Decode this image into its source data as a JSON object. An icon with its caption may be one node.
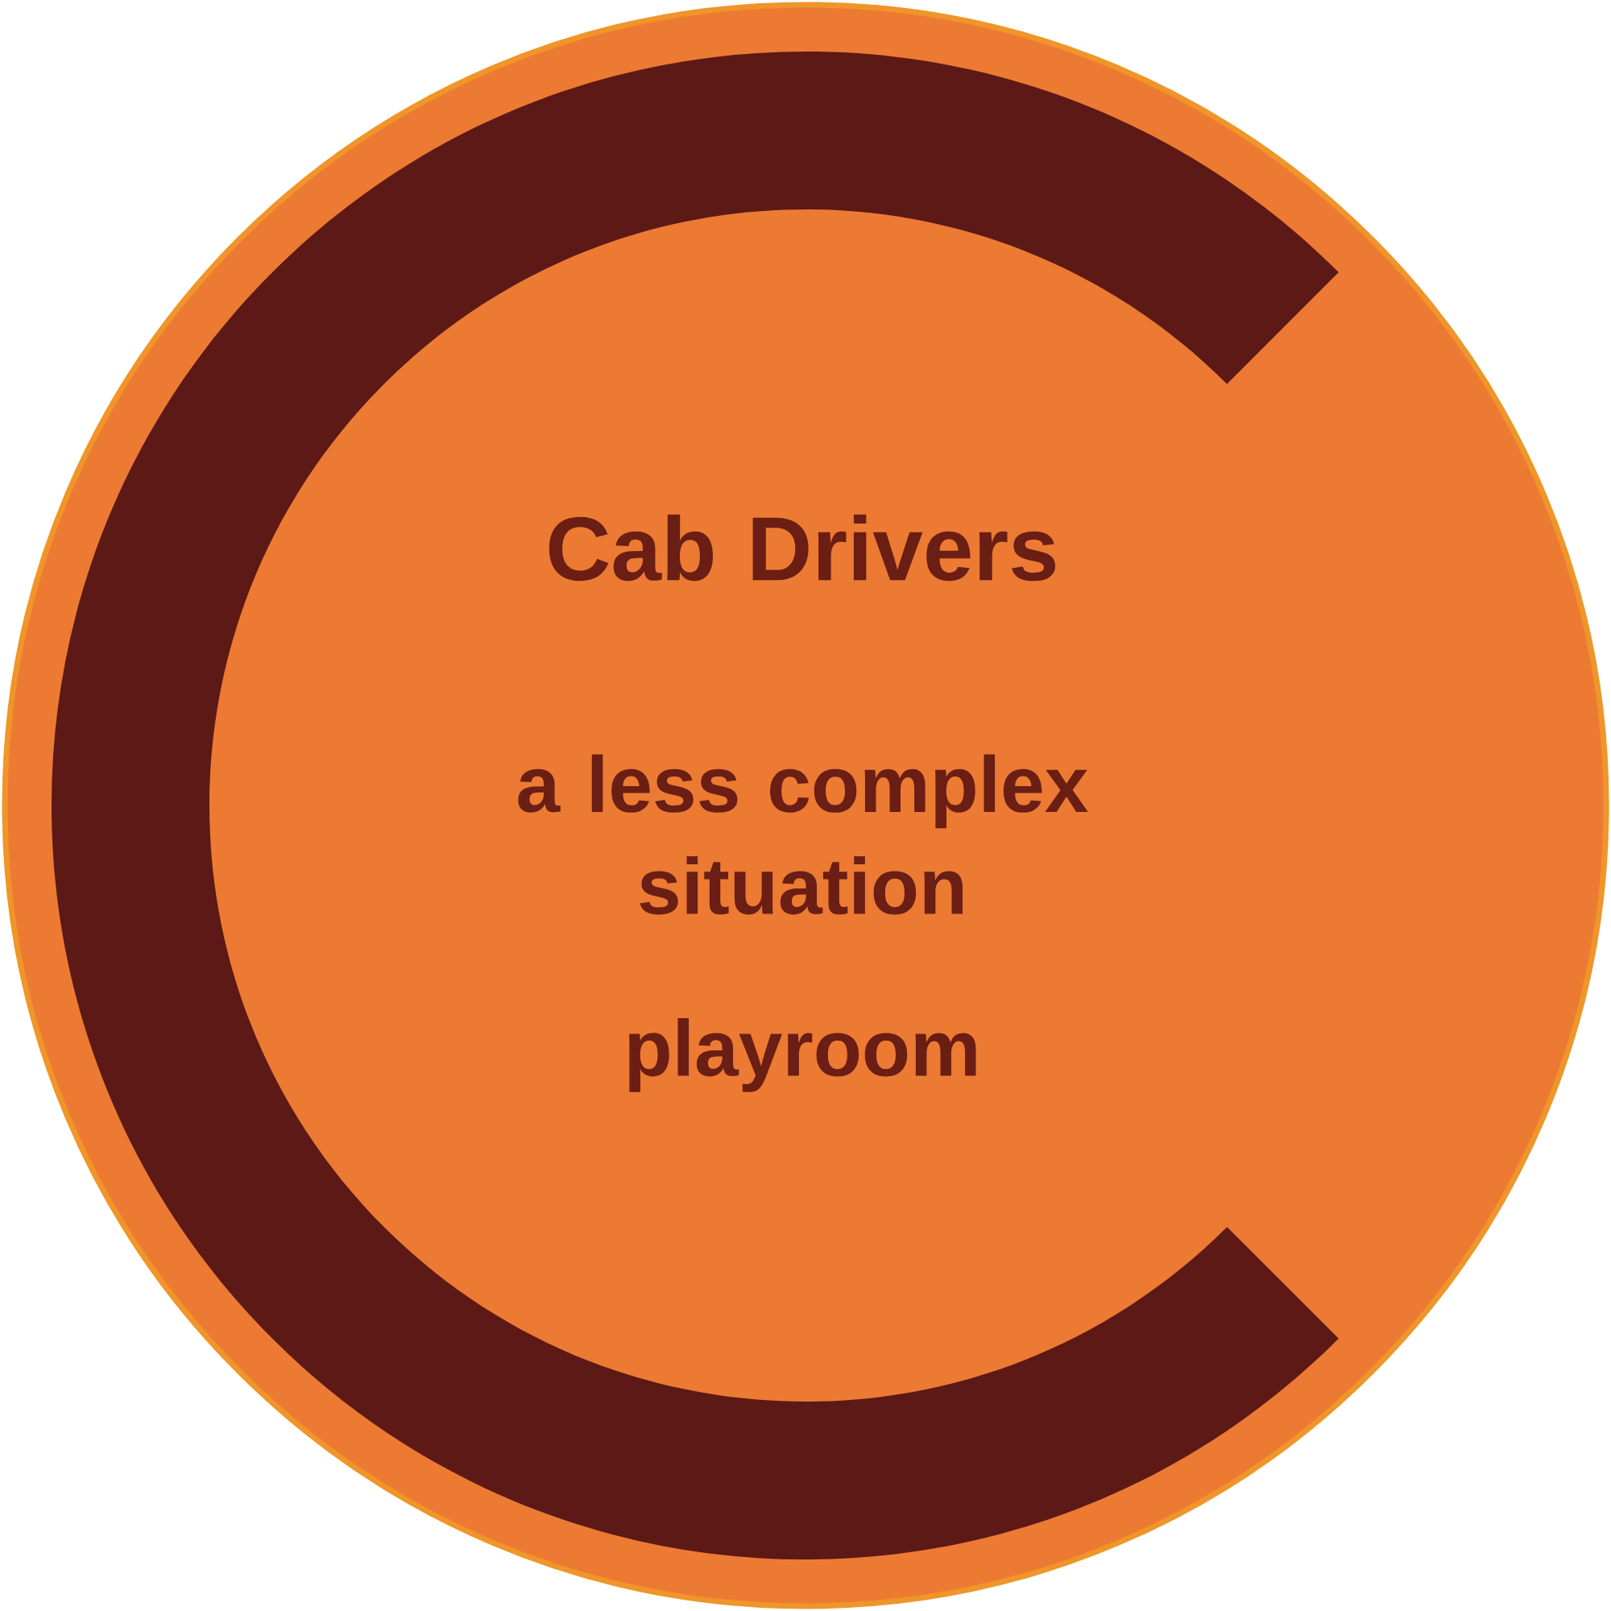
{
  "diagram": {
    "nodes": [
      {
        "text": [
          "Cab Drivers",
          "a less complex situation",
          "playroom"
        ]
      }
    ]
  }
}
